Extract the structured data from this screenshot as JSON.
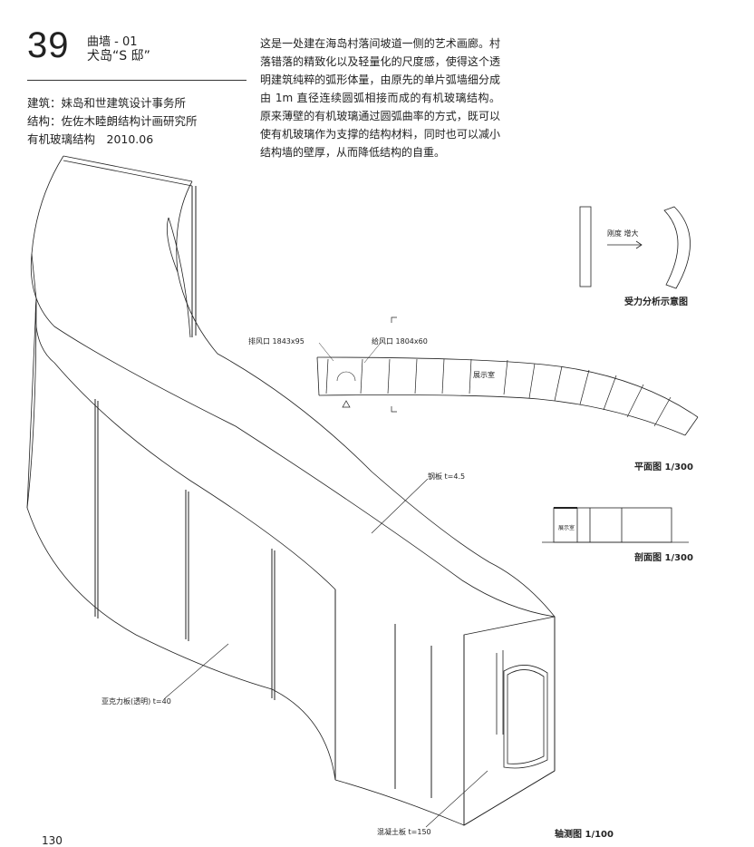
{
  "header": {
    "number": "39",
    "subtitle_1": "曲墙 - 01",
    "subtitle_2": "犬岛“S 邸”"
  },
  "info": {
    "line_1": "建筑：妹岛和世建筑设计事务所",
    "line_2": "结构：佐佐木睦朗结构计画研究所",
    "line_3": "有机玻璃结构　2010.06"
  },
  "description": "这是一处建在海岛村落间坡道一侧的艺术画廊。村落错落的精致化以及轻量化的尺度感，使得这个透明建筑纯粹的弧形体量，由原先的单片弧墙细分成由 1m 直径连续圆弧相接而成的有机玻璃结构。原来薄壁的有机玻璃通过圆弧曲率的方式，既可以使有机玻璃作为支撑的结构材料，同时也可以减小结构墙的壁厚，从而降低结构的自重。",
  "force_diagram": {
    "arrow_label": "刚度 增大",
    "caption": "受力分析示意图"
  },
  "plan": {
    "exhaust_label": "排风口 1843x95",
    "supply_label": "给风口 1804x60",
    "room_label": "展示室",
    "caption": "平面图 1/300"
  },
  "section": {
    "room_label": "展示室",
    "caption": "剖面图 1/300"
  },
  "axon": {
    "steel_label": "钢板 t=4.5",
    "acrylic_label": "亚克力板(透明) t=40",
    "concrete_label": "混凝土板 t=150",
    "caption": "轴测图 1/100"
  },
  "page_number": "130"
}
